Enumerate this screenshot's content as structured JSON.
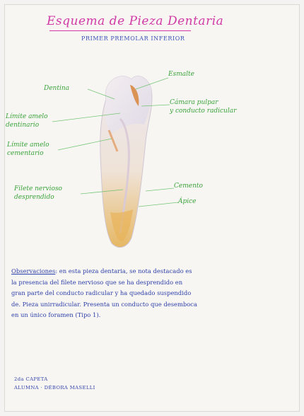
{
  "title": "Esquema de Pieza Dentaria",
  "subtitle": "PRIMER PREMOLAR INFERIOR",
  "labels": {
    "esmalte": "Esmalte",
    "dentina": "Dentina",
    "limite_amelo_dentinario": [
      "Límite amelo",
      "dentinario"
    ],
    "camara_pulpar": [
      "Cámara pulpar",
      "y conducto radicular"
    ],
    "limite_amelo_cementario": [
      "Límite amelo",
      "cementario"
    ],
    "filete_nervioso": [
      "Filete nervioso",
      "desprendido"
    ],
    "cemento": "Cemento",
    "apice": "Ápice"
  },
  "observaciones": {
    "lead": "Observaciones",
    "rest": ": en esta pieza dentaria, se nota destacado es",
    "lines": [
      "la presencia del filete nervioso que se ha desprendido en",
      "gran parte del conducto radicular y ha quedado suspendido",
      "de. Pieza unirradicular. Presenta un conducto que desemboca",
      "en un único foramen (Tipo 1)."
    ]
  },
  "footer": {
    "line1": "2da CAPETA",
    "line2": "ALUMNA · DÉBORA MASELLI"
  },
  "colors": {
    "title": "#d13aa5",
    "subtitle": "#3b4fb6",
    "labels": "#3aa23a",
    "notes": "#2d3fa8",
    "root": "#e2b862",
    "pulp": "#e6a070"
  }
}
